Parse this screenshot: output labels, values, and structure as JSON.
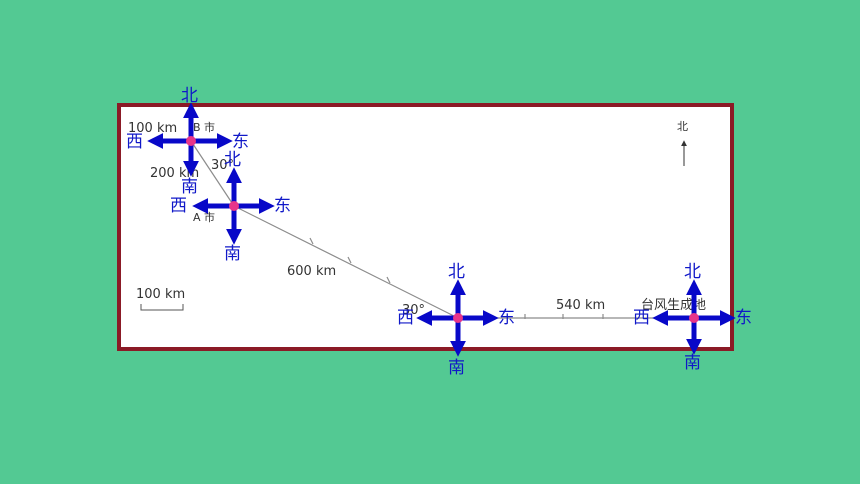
{
  "colors": {
    "background": "#53c993",
    "frame": "#8b1a26",
    "map_bg": "#ffffff",
    "route_line": "#8c8c8c",
    "compass_arrow": "#0808c8",
    "compass_text": "#1018c8",
    "center_dot": "#e8358a"
  },
  "map": {
    "labels": {
      "b_city": "B 市",
      "a_city": "A 市",
      "typhoon_origin": "台风生成地",
      "north_arrow": "北"
    },
    "distances": {
      "b_west": "100 km",
      "b_south": "200 km",
      "a_to_turn": "600 km",
      "turn_to_origin": "540 km"
    },
    "angles": {
      "at_b": "30°",
      "at_turn": "30°"
    },
    "scale_bar": "100 km"
  },
  "compass": {
    "north": "北",
    "south": "南",
    "east": "东",
    "west": "西"
  }
}
